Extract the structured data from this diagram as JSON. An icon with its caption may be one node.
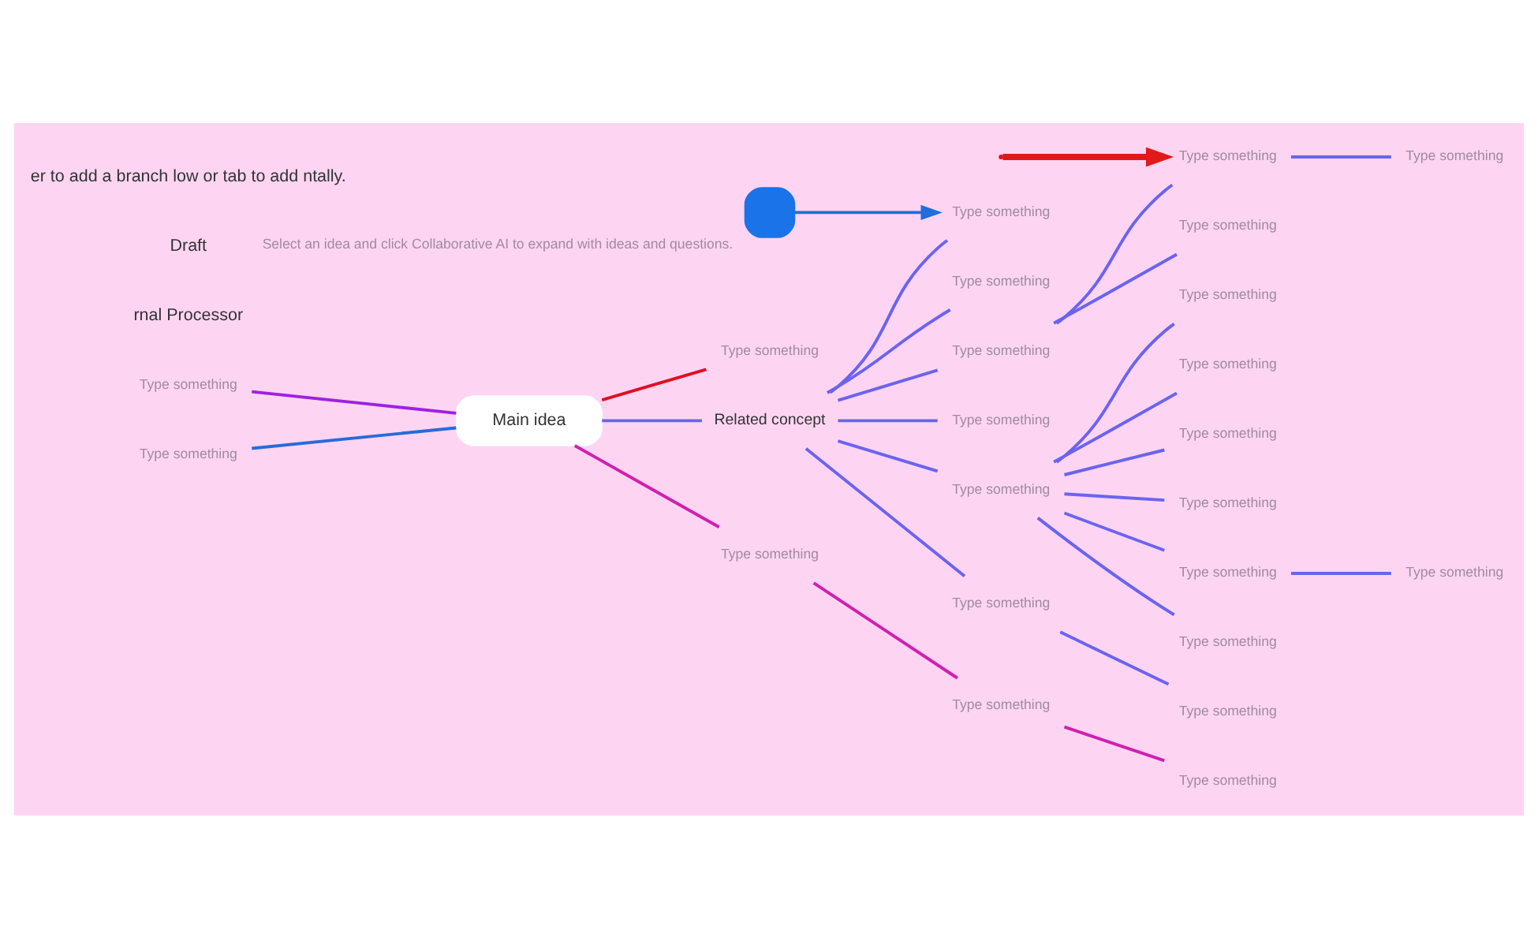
{
  "diagram": {
    "nodes": [
      {
        "text": [
          "Main idea"
        ]
      },
      {
        "text": [
          "Type something"
        ]
      },
      {
        "text": [
          "Type something"
        ]
      },
      {
        "text": [
          "Related concept"
        ]
      },
      {
        "text": [
          "Type something"
        ]
      },
      {
        "text": [
          "Type something"
        ]
      },
      {
        "text": [
          "Type something"
        ]
      },
      {
        "text": [
          "Type something"
        ]
      },
      {
        "text": [
          "Type something"
        ]
      },
      {
        "text": [
          "Type something"
        ]
      },
      {
        "text": [
          "Type something"
        ]
      },
      {
        "text": [
          "Type something"
        ]
      },
      {
        "text": [
          "Type something"
        ]
      },
      {
        "text": [
          "Type something"
        ]
      },
      {
        "text": [
          "Type something"
        ]
      },
      {
        "text": [
          "Type something"
        ]
      },
      {
        "text": [
          "Type something"
        ]
      },
      {
        "text": [
          "Type something"
        ]
      },
      {
        "text": [
          "Type something"
        ]
      },
      {
        "text": [
          "Type something"
        ]
      },
      {
        "text": [
          "Type something"
        ]
      },
      {
        "text": [
          "Type something"
        ]
      },
      {
        "text": [
          "Type something"
        ]
      },
      {
        "text": [
          "Type something"
        ]
      },
      {
        "text": [
          "Type something"
        ]
      },
      {
        "text": [],
        "shape": "box",
        "beside": [
          "Select an idea and click Collaborative AI to expand with ideas and questions."
        ]
      }
    ],
    "edges": [
      {
        "from": 1,
        "to": 0,
        "arrow": "none",
        "color": "#a020e0"
      },
      {
        "from": 2,
        "to": 0,
        "arrow": "none",
        "color": "#2a6ad8"
      },
      {
        "from": 0,
        "to": 3,
        "arrow": "none"
      },
      {
        "from": 3,
        "to": 4,
        "arrow": "none"
      },
      {
        "from": 4,
        "to": 5,
        "arrow": "none"
      },
      {
        "from": 4,
        "to": 6,
        "arrow": "none"
      },
      {
        "from": 4,
        "to": 7,
        "arrow": "none"
      },
      {
        "from": 4,
        "to": 8,
        "arrow": "none"
      },
      {
        "from": 4,
        "to": 9,
        "arrow": "none"
      },
      {
        "from": 4,
        "to": 10,
        "arrow": "none"
      },
      {
        "from": 6,
        "to": 11,
        "arrow": "none"
      },
      {
        "from": 3,
        "to": 12,
        "arrow": "none"
      },
      {
        "from": 12,
        "to": 13,
        "arrow": "none"
      },
      {
        "from": 3,
        "to": 14,
        "arrow": "none"
      },
      {
        "from": 3,
        "to": 15,
        "arrow": "none"
      },
      {
        "from": 15,
        "to": 16,
        "arrow": "none"
      },
      {
        "from": 16,
        "to": 17,
        "arrow": "none"
      },
      {
        "from": 15,
        "to": 18,
        "arrow": "none"
      },
      {
        "from": 3,
        "to": 19,
        "arrow": "none"
      },
      {
        "from": 3,
        "to": 20,
        "arrow": "none"
      },
      {
        "from": 0,
        "to": 21,
        "arrow": "none",
        "color": "#d020b0"
      },
      {
        "from": 21,
        "to": 22,
        "arrow": "none",
        "color": "#d020b0"
      },
      {
        "from": 22,
        "to": 23,
        "arrow": "none",
        "color": "#d020b0"
      },
      {
        "from": 0,
        "to": 24,
        "arrow": "none",
        "color": "#e01020"
      },
      {
        "from": null,
        "to": 16,
        "arrow": "to",
        "style": "thick",
        "color": "#e01a1a"
      },
      {
        "from": 25,
        "to": 20,
        "arrow": "to",
        "color": "#1e6fd9"
      }
    ],
    "labels": [
      "rnal Processor",
      "Draft",
      "er to add a branch low or tab to add ntally."
    ]
  }
}
